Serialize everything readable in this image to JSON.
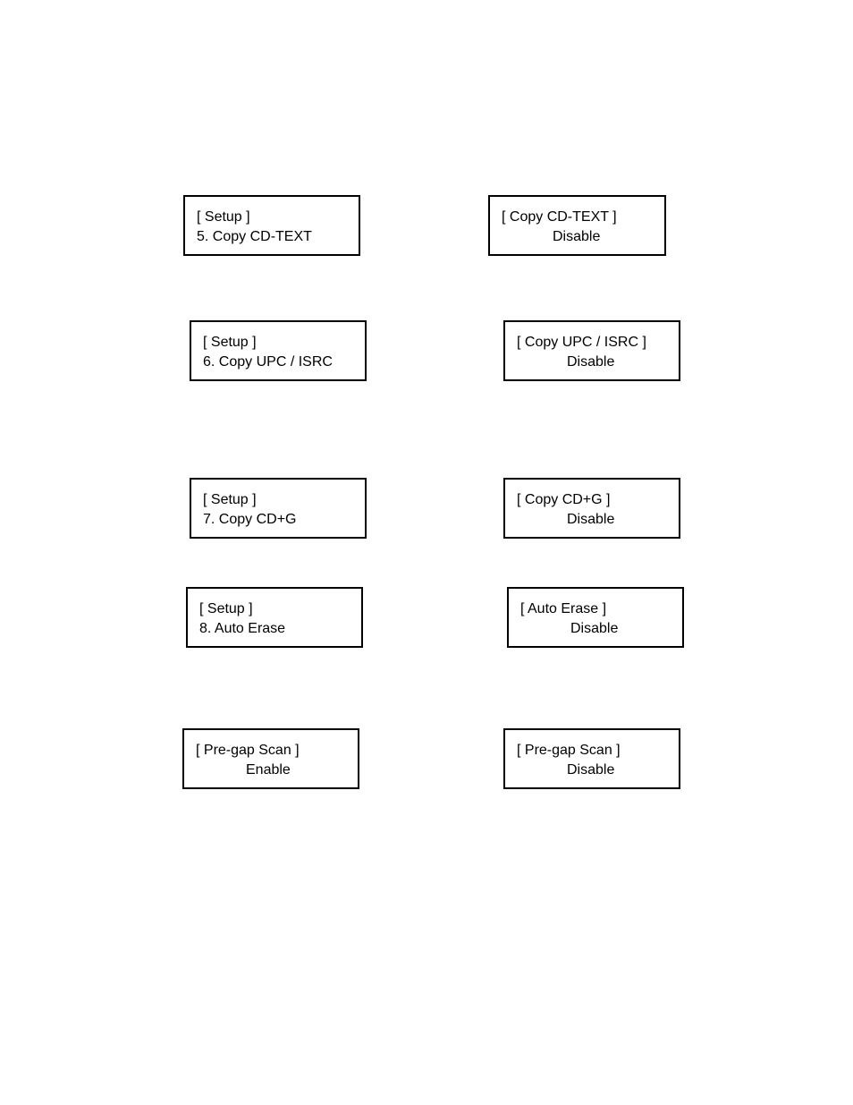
{
  "screens": [
    {
      "id": "setup-copy-cd-text",
      "line1": "[ Setup ]",
      "line2": "5. Copy CD-TEXT"
    },
    {
      "id": "copy-cd-text",
      "line1": "[ Copy CD-TEXT ]",
      "line2": "Disable"
    },
    {
      "id": "setup-copy-upc-isrc",
      "line1": "[ Setup ]",
      "line2": "6. Copy UPC / ISRC"
    },
    {
      "id": "copy-upc-isrc",
      "line1": "[ Copy UPC / ISRC ]",
      "line2": "Disable"
    },
    {
      "id": "setup-copy-cd-g",
      "line1": "[ Setup ]",
      "line2": "7. Copy CD+G"
    },
    {
      "id": "copy-cd-g",
      "line1": "[ Copy CD+G ]",
      "line2": "Disable"
    },
    {
      "id": "setup-auto-erase",
      "line1": "[ Setup ]",
      "line2": "8. Auto Erase"
    },
    {
      "id": "auto-erase",
      "line1": "[ Auto Erase ]",
      "line2": "Disable"
    },
    {
      "id": "pre-gap-scan-enable",
      "line1": "[ Pre-gap Scan ]",
      "line2": "Enable"
    },
    {
      "id": "pre-gap-scan-disable",
      "line1": "[ Pre-gap Scan ]",
      "line2": "Disable"
    }
  ]
}
